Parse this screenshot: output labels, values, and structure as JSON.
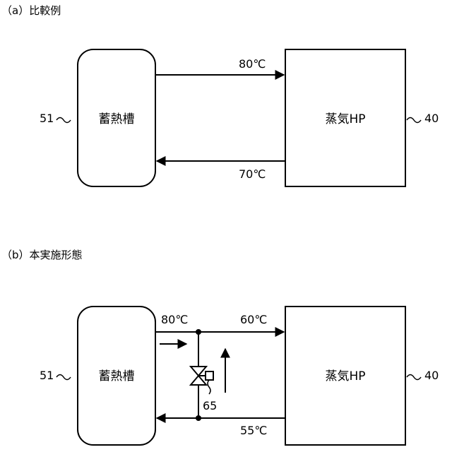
{
  "panel_a": {
    "title": "（a）比較例",
    "tank_label": "蓄熱槽",
    "tank_ref": "51",
    "hp_label": "蒸気HP",
    "hp_ref": "40",
    "supply_temp": "80℃",
    "return_temp": "70℃"
  },
  "panel_b": {
    "title": "（b）本実施形態",
    "tank_label": "蓄熱槽",
    "tank_ref": "51",
    "hp_label": "蒸気HP",
    "hp_ref": "40",
    "tank_outlet_temp": "80℃",
    "hp_inlet_temp": "60℃",
    "return_temp": "55℃",
    "valve_ref": "65"
  }
}
